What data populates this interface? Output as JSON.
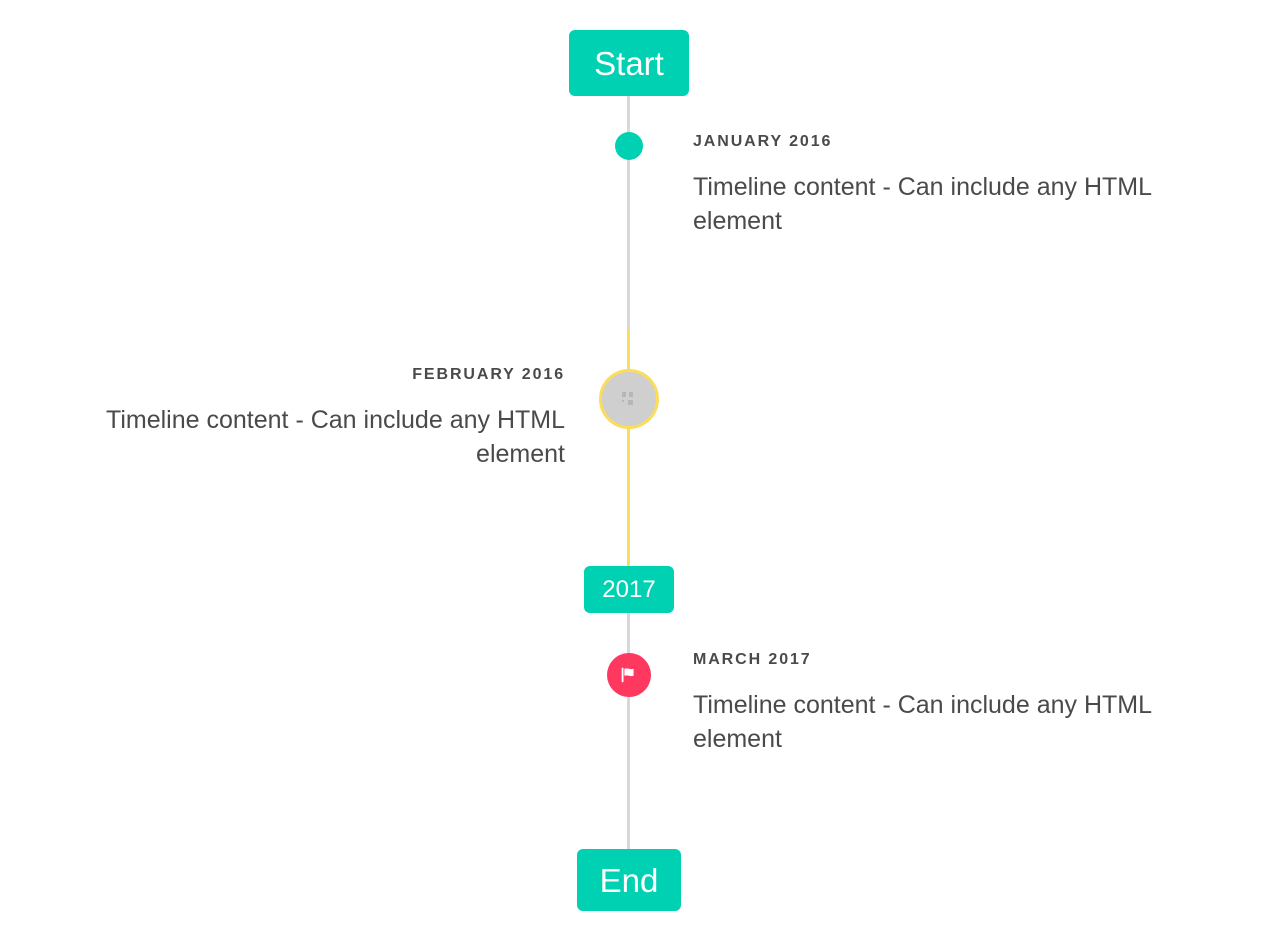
{
  "timeline": {
    "start_label": "Start",
    "end_label": "End",
    "period_label": "2017",
    "items": [
      {
        "date": "January 2016",
        "content": "Timeline content - Can include any HTML element",
        "side": "right",
        "marker": "dot-icon",
        "marker_color": "#00d1b2"
      },
      {
        "date": "February 2016",
        "content": "Timeline content - Can include any HTML element",
        "side": "left",
        "marker": "broken-image-icon",
        "marker_color": "#cfcfcf",
        "marker_ring_color": "#fadd5a"
      },
      {
        "date": "March 2017",
        "content": "Timeline content - Can include any HTML element",
        "side": "right",
        "marker": "flag-icon",
        "marker_color": "#ff3860"
      }
    ],
    "colors": {
      "accent": "#00d1b2",
      "axis": "#d8d8d8",
      "axis_highlight": "#fadd5a",
      "danger": "#ff3860",
      "text": "#4a4a4a"
    }
  }
}
